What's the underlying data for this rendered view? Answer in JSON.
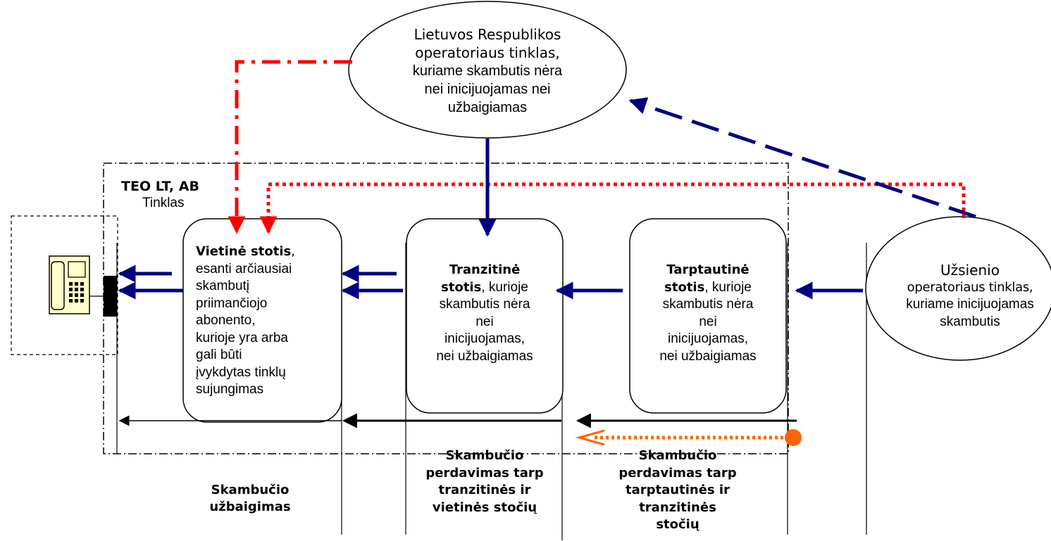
{
  "colors": {
    "navy": "#000080",
    "red": "#ff0000",
    "orange": "#ff6600",
    "phone_fill": "#ffffcc",
    "black": "#000000"
  },
  "lt_operator": {
    "line1": "Lietuvos Respublikos",
    "line2": "operatoriaus tinklas,",
    "line3": "kuriame skambutis nėra",
    "line4": "nei inicijuojamas nei",
    "line5": "užbaigiamas"
  },
  "teo": {
    "name": "TEO LT, AB",
    "sub": "Tinklas"
  },
  "local_station": {
    "title": "Vietinė stotis",
    "title_suffix": ",",
    "lines": [
      "esanti arčiausiai",
      "skambutį",
      "priimančiojo",
      "abonento,",
      "kurioje yra arba",
      "gali būti",
      "įvykdytas tinklų",
      "sujungimas"
    ]
  },
  "transit_station": {
    "title_line1": "Tranzitinė",
    "title_line2": "stotis",
    "title_suffix": ", kurioje",
    "lines": [
      "skambutis nėra",
      "nei",
      "inicijuojamas,",
      "nei užbaigiamas"
    ]
  },
  "intl_station": {
    "title_line1": "Tarptautinė",
    "title_line2": "stotis",
    "title_suffix": ", kurioje",
    "lines": [
      "skambutis nėra",
      "nei",
      "inicijuojamas,",
      "nei užbaigiamas"
    ]
  },
  "foreign_operator": {
    "line1": "Užsienio",
    "line2": "operatoriaus tinklas,",
    "line3": "kuriame inicijuojamas",
    "line4": "skambutis"
  },
  "labels": {
    "termination": [
      "Skambučio",
      "užbaigimas"
    ],
    "transit_to_local": [
      "Skambučio",
      "perdavimas tarp",
      "tranzitinės ir",
      "vietinės stočių"
    ],
    "intl_to_transit": [
      "Skambučio",
      "perdavimas tarp",
      "tarptautinės ir",
      "tranzitinės",
      "stočių"
    ]
  }
}
